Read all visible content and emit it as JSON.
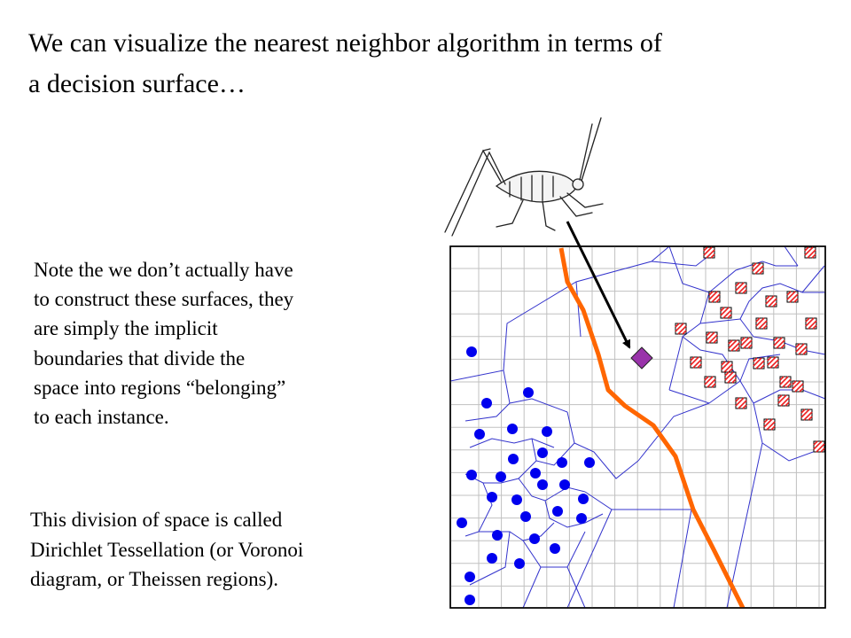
{
  "title_lines": [
    "We can visualize the nearest neighbor algorithm in terms of",
    "a decision surface…"
  ],
  "note_lines": [
    "Note the we don’t actually have",
    "to construct these surfaces, they",
    "are simply the implicit",
    "boundaries that divide the",
    "space into regions “belonging”",
    "to each instance."
  ],
  "note2_lines": [
    "This division of space is called",
    "Dirichlet Tessellation (or Voronoi",
    "diagram, or Theissen regions)."
  ],
  "colors": {
    "grid": "#c0c0c0",
    "voronoi": "#3333cc",
    "boundary": "#ff6600",
    "dot": "#0000ee",
    "square_fill": "#ffffff",
    "square_stripe": "#ee2222",
    "query": "#9933aa",
    "arrow": "#000000"
  },
  "icons": {
    "insect": "katydid-drawing",
    "query": "purple-diamond",
    "arrow": "arrow-pointer"
  }
}
